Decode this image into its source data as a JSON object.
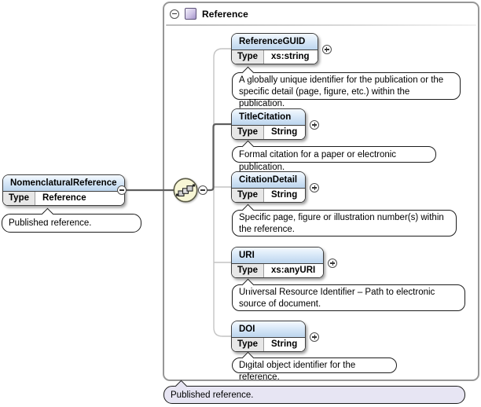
{
  "diagram": {
    "root_element": {
      "name": "NomenclaturalReference",
      "type_label": "Type",
      "type_value": "Reference",
      "annotation": "Published reference."
    },
    "container": {
      "title": "Reference",
      "annotation": "Published reference."
    },
    "compositor": {
      "kind": "sequence"
    },
    "children": [
      {
        "name": "ReferenceGUID",
        "type_label": "Type",
        "type_value": "xs:string",
        "annotation": "A globally unique identifier for the publication or the specific detail (page, figure, etc.) within the publication."
      },
      {
        "name": "TitleCitation",
        "type_label": "Type",
        "type_value": "String",
        "annotation": "Formal citation for a paper or electronic publication."
      },
      {
        "name": "CitationDetail",
        "type_label": "Type",
        "type_value": "String",
        "annotation": "Specific page, figure or illustration number(s) within the reference."
      },
      {
        "name": "URI",
        "type_label": "Type",
        "type_value": "xs:anyURI",
        "annotation": "Universal Resource Identifier – Path to electronic source of document."
      },
      {
        "name": "DOI",
        "type_label": "Type",
        "type_value": "String",
        "annotation": "Digital object identifier for the reference."
      }
    ],
    "colors": {
      "element_header_blue": "#bcd5ee",
      "container_border_gray": "#979797",
      "annotation_lavender": "#e7e5f3",
      "sequence_icon_yellow": "#f7f6d5",
      "complextype_icon_purple": "#a394c9",
      "connector_gray": "#c4c4c4",
      "connector_dark": "#5e5e5e"
    }
  }
}
